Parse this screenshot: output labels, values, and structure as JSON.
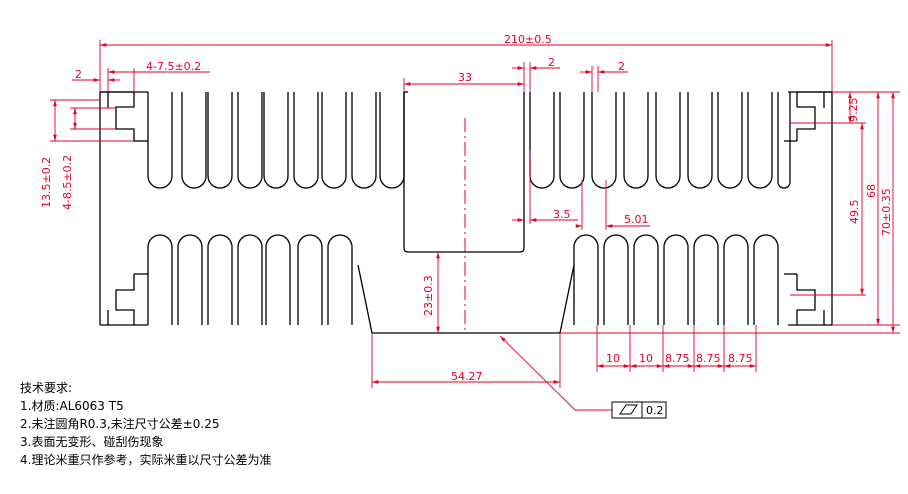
{
  "dimensions": {
    "overall_width": "210±0.5",
    "slot_width": "4-7.5±0.2",
    "wall_left": "2",
    "center_width": "33",
    "fin_thickness_a": "2",
    "fin_thickness_b": "2",
    "height_9_25": "9.25",
    "height_49_5": "49.5",
    "height_68": "68",
    "height_70": "70±0.35",
    "left_13_5": "13.5±0.2",
    "left_4_8_5": "4-8.5±0.2",
    "gap_3_5": "3.5",
    "pitch_5_01": "5.01",
    "center_depth": "23±0.3",
    "base_width": "54.27",
    "pitch_10_a": "10",
    "pitch_10_b": "10",
    "pitch_8_75_a": "8.75",
    "pitch_8_75_b": "8.75",
    "pitch_8_75_c": "8.75",
    "flatness": "0.2"
  },
  "notes": {
    "title": "技术要求:",
    "line1": "1.材质:AL6063  T5",
    "line2": "2.未注圆角R0.3,未注尺寸公差±0.25",
    "line3": "3.表面无变形、碰刮伤现象",
    "line4": "4.理论米重只作参考，实际米重以尺寸公差为准"
  },
  "colors": {
    "outline": "#000000",
    "dimension": "#e4002b"
  }
}
